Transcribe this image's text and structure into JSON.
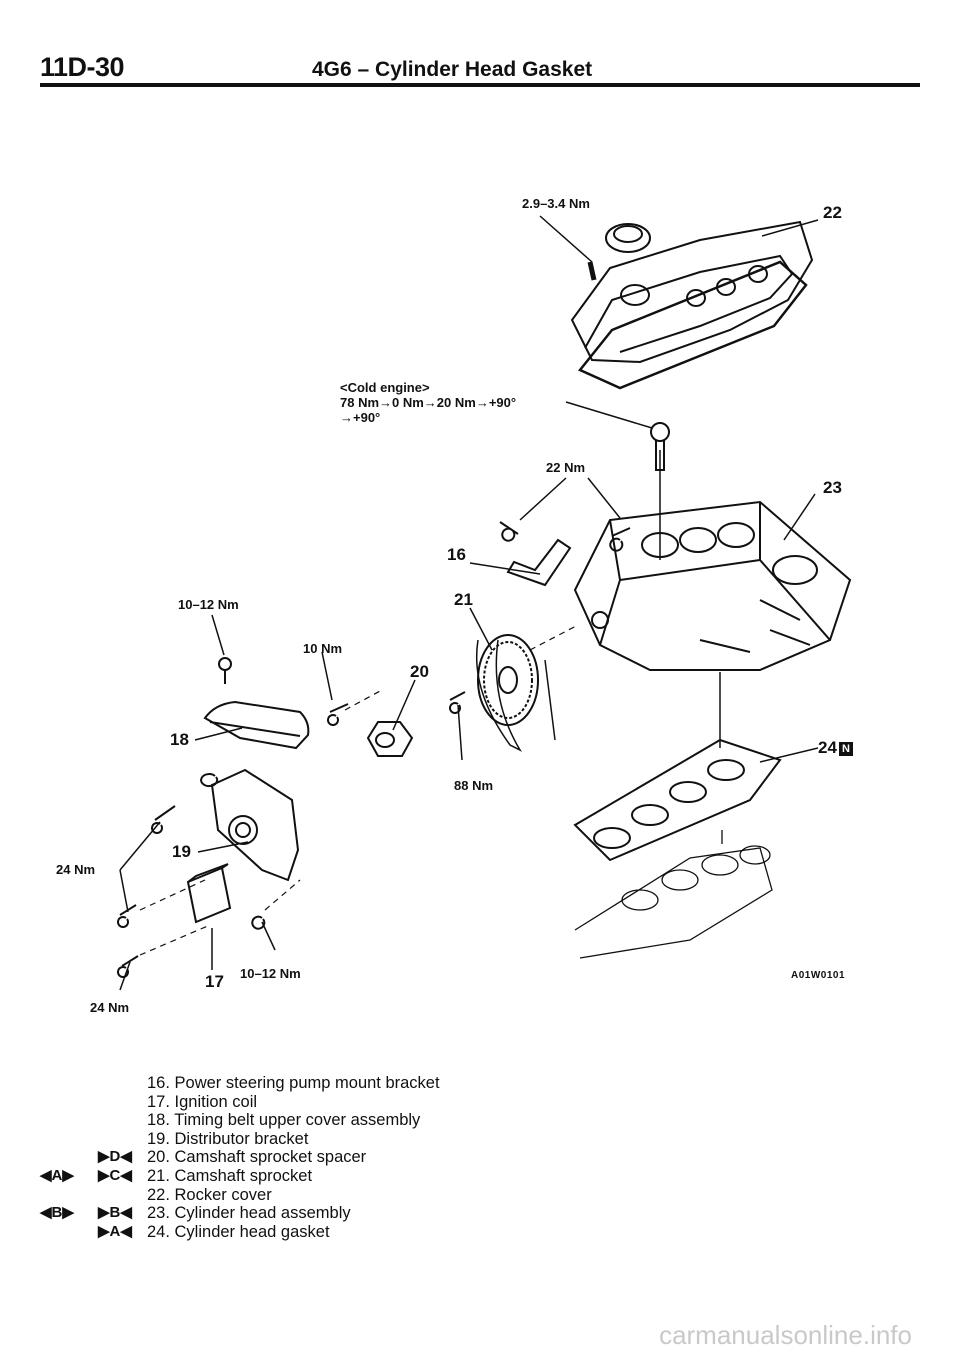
{
  "header": {
    "page": "11D-30",
    "title": "4G6 – Cylinder Head Gasket"
  },
  "diagram": {
    "specs": {
      "rocker_cap": "2.9–3.4 Nm",
      "cold_engine": "<Cold engine>",
      "head_bolt_seq_1": "78 Nm→0 Nm→20 Nm→+90°",
      "head_bolt_seq_2": "→+90°",
      "bracket": "22 Nm",
      "cover_bolt": "10–12 Nm",
      "spacer_bolt": "10 Nm",
      "sprocket_bolt": "88 Nm",
      "distributor_upper": "24 Nm",
      "coil_bolt": "10–12 Nm",
      "distributor_lower": "24 Nm"
    },
    "callouts": {
      "c16": "16",
      "c17": "17",
      "c18": "18",
      "c19": "19",
      "c20": "20",
      "c21": "21",
      "c22": "22",
      "c23": "23",
      "c24": "24"
    },
    "figure_code": "A01W0101"
  },
  "legend": [
    {
      "left": "",
      "right": "",
      "text": "16. Power steering pump mount bracket"
    },
    {
      "left": "",
      "right": "",
      "text": "17. Ignition coil"
    },
    {
      "left": "",
      "right": "",
      "text": "18. Timing belt upper cover assembly"
    },
    {
      "left": "",
      "right": "",
      "text": "19. Distributor bracket"
    },
    {
      "left": "",
      "right": "▶D◀",
      "text": "20. Camshaft sprocket spacer"
    },
    {
      "left": "◀A▶",
      "right": "▶C◀",
      "text": "21. Camshaft sprocket"
    },
    {
      "left": "",
      "right": "",
      "text": "22. Rocker cover"
    },
    {
      "left": "◀B▶",
      "right": "▶B◀",
      "text": "23. Cylinder head assembly"
    },
    {
      "left": "",
      "right": "▶A◀",
      "text": "24. Cylinder head gasket"
    }
  ],
  "watermark": "carmanualsonline.info"
}
